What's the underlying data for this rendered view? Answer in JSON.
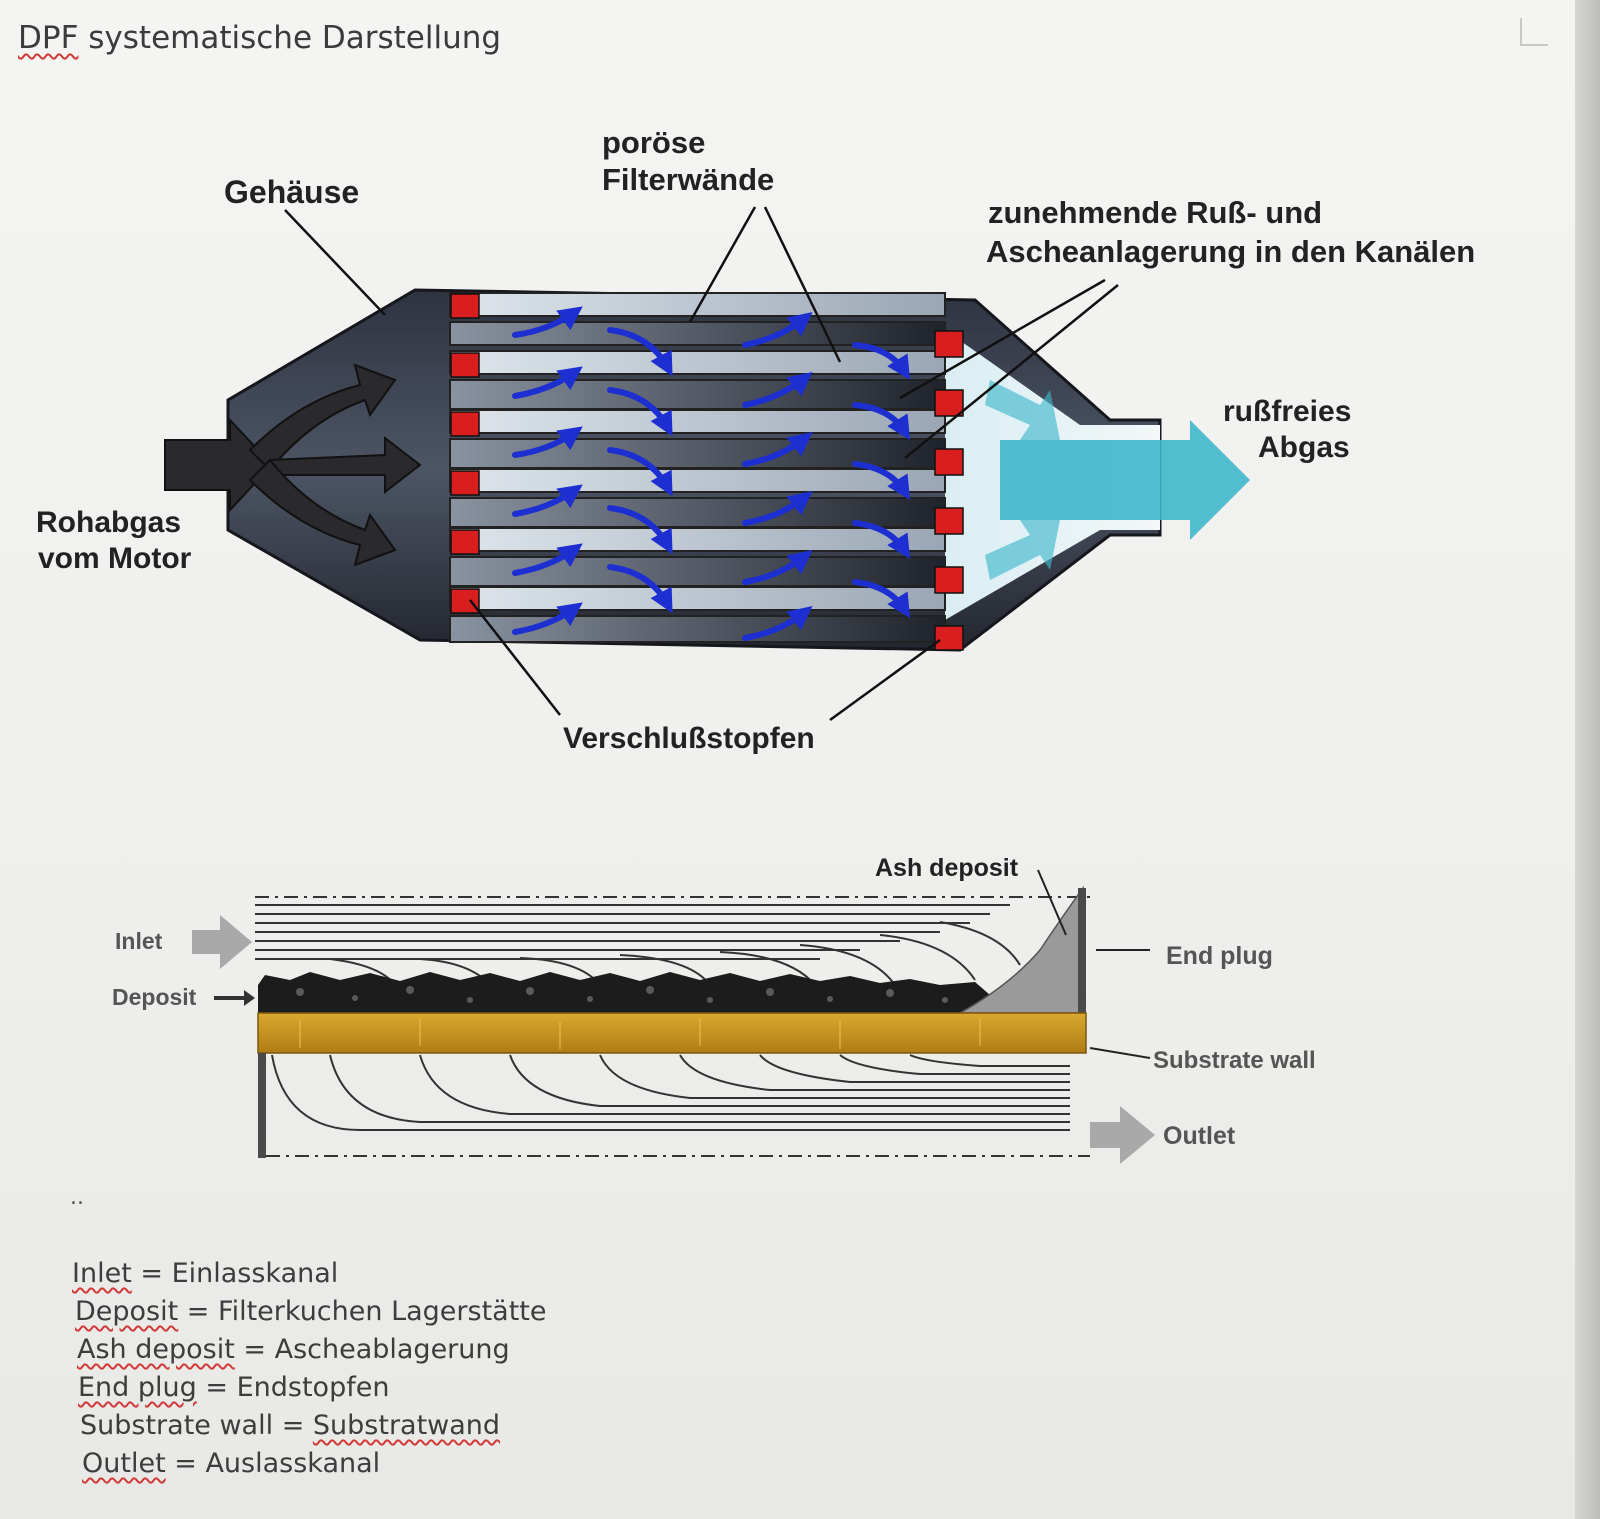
{
  "document": {
    "title_abbr": "DPF",
    "title_rest": " systematische Darstellung",
    "ellipsis": ".."
  },
  "diagram_top": {
    "labels": {
      "housing": "Gehäuse",
      "porous_walls_line1": "poröse",
      "porous_walls_line2": "Filterwände",
      "soot_line1": "zunehmende Ruß- und",
      "soot_line2": "Ascheanlagerung in den Kanälen",
      "clean_gas_line1": "rußfreies",
      "clean_gas_line2": "Abgas",
      "raw_gas_line1": "Rohabgas",
      "raw_gas_line2": "vom Motor",
      "plugs": "Verschlußstopfen"
    },
    "colors": {
      "plug": "#d81e1e",
      "flow_arrow": "#1d2fd0",
      "clean_gas": "#3fb8cc",
      "raw_gas": "#2a2a2e"
    }
  },
  "diagram_bottom": {
    "labels": {
      "ash_deposit": "Ash deposit",
      "inlet": "Inlet",
      "deposit": "Deposit",
      "end_plug": "End plug",
      "substrate_wall": "Substrate wall",
      "outlet": "Outlet"
    },
    "colors": {
      "substrate": "#c9931e",
      "deposit": "#1c1c1c",
      "ash": "#9a9a9a"
    }
  },
  "glossary": [
    {
      "term": "Inlet",
      "sep": " = ",
      "translation": "Einlasskanal"
    },
    {
      "term": "Deposit",
      "sep": " = ",
      "translation": "Filterkuchen Lagerstätte"
    },
    {
      "term": "Ash deposit",
      "sep": " = ",
      "translation": "Ascheablagerung"
    },
    {
      "term": "End plug",
      "sep": " = ",
      "translation": "Endstopfen"
    },
    {
      "term": "Substrate wall",
      "sep": " = ",
      "translation": "Substratwand"
    },
    {
      "term": "Outlet",
      "sep": " = ",
      "translation": "Auslasskanal"
    }
  ]
}
